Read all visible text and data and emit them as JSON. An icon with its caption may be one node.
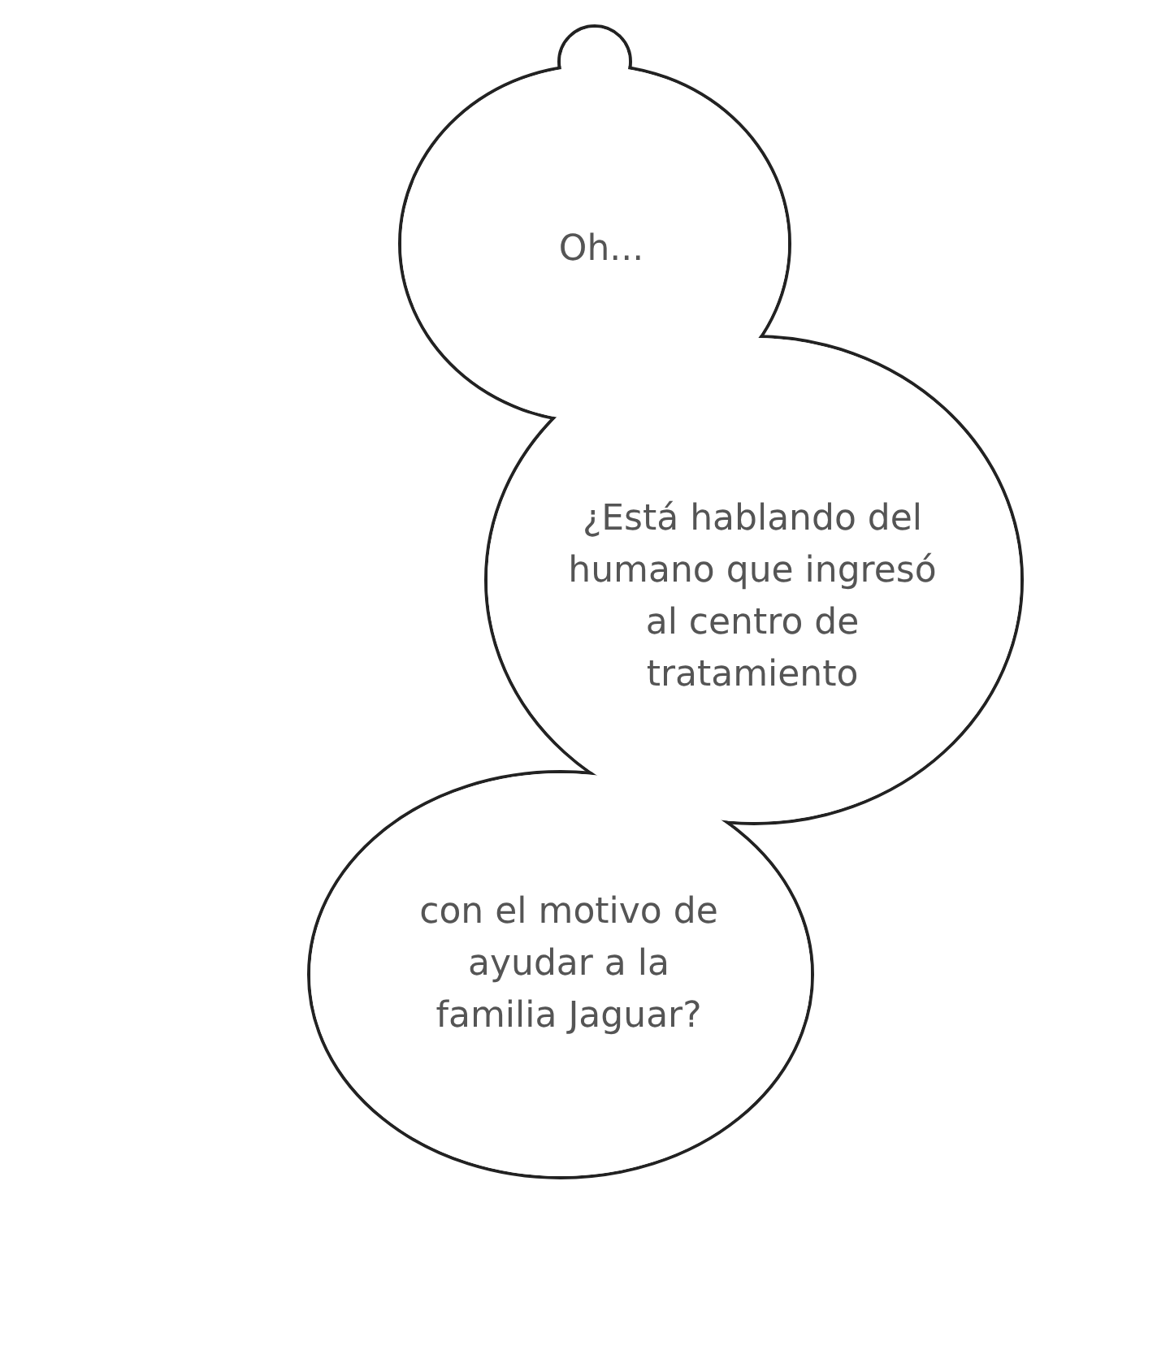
{
  "diagram": {
    "nodes": [
      {
        "text": [
          "Oh..."
        ]
      },
      {
        "text": [
          "¿Está hablando del humano que ingresó al centro de tratamiento"
        ]
      },
      {
        "text": [
          "con el motivo de ayudar a la familia Jaguar?"
        ]
      }
    ]
  }
}
